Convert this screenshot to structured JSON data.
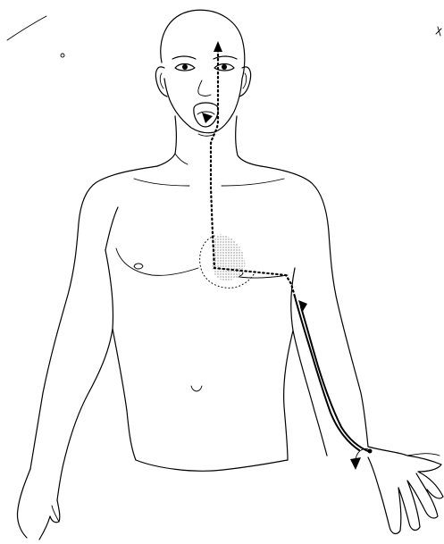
{
  "figure": {
    "background_color": "#ffffff",
    "line_color": "#000000",
    "heart_shading_color": "#bdbdbd",
    "elements": [
      "head",
      "face",
      "mouth",
      "neck",
      "torso",
      "left-arm",
      "right-arm",
      "left-hand",
      "right-hand",
      "heart-region",
      "conduction-path-dotted",
      "conduction-path-solid",
      "arrowheads"
    ]
  }
}
